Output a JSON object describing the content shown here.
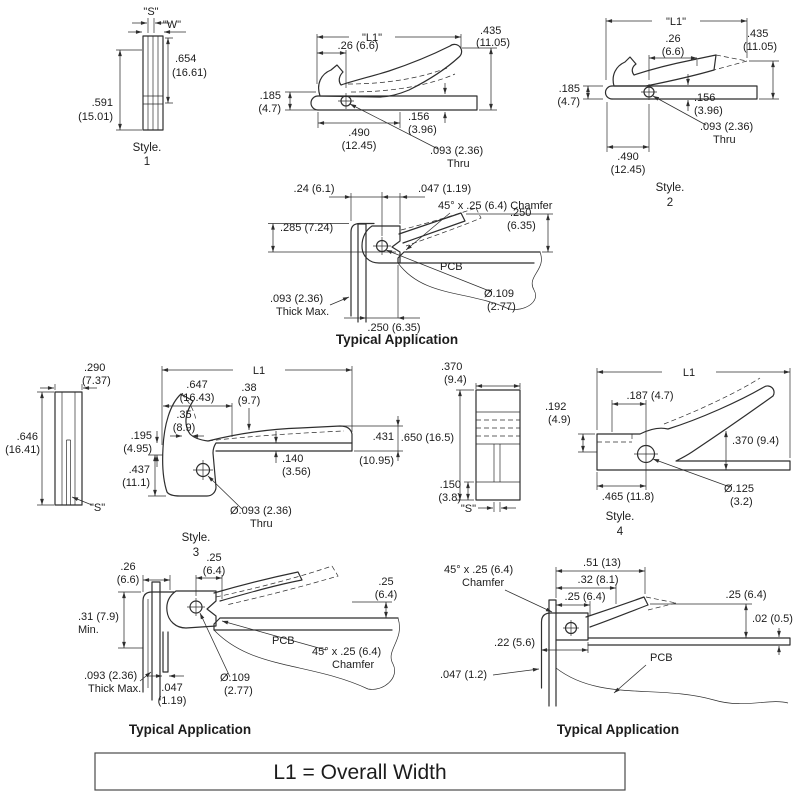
{
  "footer": {
    "text": "L1 = Overall Width"
  },
  "style1_front": {
    "dim_s": "\"S\"",
    "dim_w": "\"W\"",
    "h1": ".654",
    "h1m": "(16.61)",
    "h2": ".591",
    "h2m": "(15.01)",
    "label1": "Style.",
    "label2": "1"
  },
  "style1_side": {
    "l1": "\"L1\"",
    "d1": ".26 (6.6)",
    "d2": ".435",
    "d2m": "(11.05)",
    "d3": ".185",
    "d3m": "(4.7)",
    "d4": ".490",
    "d4m": "(12.45)",
    "d5": ".156",
    "d5m": "(3.96)",
    "d6": ".093 (2.36)",
    "d6b": "Thru"
  },
  "style2": {
    "l1": "\"L1\"",
    "d1": ".26",
    "d1m": "(6.6)",
    "d2": ".435",
    "d2m": "(11.05)",
    "d3": ".185",
    "d3m": "(4.7)",
    "d4": ".156",
    "d4m": "(3.96)",
    "d5": ".093 (2.36)",
    "d5b": "Thru",
    "d6": ".490",
    "d6m": "(12.45)",
    "label1": "Style.",
    "label2": "2"
  },
  "app1": {
    "d1": ".24 (6.1)",
    "d2": ".047 (1.19)",
    "chamfer": "45° x .25 (6.4) Chamfer",
    "d3": ".285 (7.24)",
    "d4": ".250",
    "d4m": "(6.35)",
    "pcb": "PCB",
    "d5": "Ø.109",
    "d5m": "(2.77)",
    "d6": ".093 (2.36)",
    "d6b": "Thick Max.",
    "d7": ".250 (6.35)",
    "title": "Typical Application"
  },
  "style3_front": {
    "d1": ".290",
    "d1m": "(7.37)",
    "d2": ".646",
    "d2m": "(16.41)",
    "dim_s": "\"S\""
  },
  "style3_side": {
    "l1": "L1",
    "d1": ".647",
    "d1m": "(16.43)",
    "d2": ".38",
    "d2m": "(9.7)",
    "d3": ".35",
    "d3m": "(8.9)",
    "d4": ".195",
    "d4m": "(4.95)",
    "d5": ".140",
    "d5m": "(3.56)",
    "d6": ".431",
    "d6m": "(10.95)",
    "d7": ".437",
    "d7m": "(11.1)",
    "d8": "Ø.093 (2.36)",
    "d8b": "Thru",
    "label1": "Style.",
    "label2": "3"
  },
  "style4_front": {
    "d1": ".370",
    "d1m": "(9.4)",
    "d2": ".650 (16.5)",
    "d3": ".150",
    "d3m": "(3.8)",
    "dim_s": "\"S\""
  },
  "style4_side": {
    "l1": "L1",
    "d1": ".192",
    "d1m": "(4.9)",
    "d2": ".187 (4.7)",
    "d3": ".370 (9.4)",
    "d4": ".465 (11.8)",
    "d5": "Ø.125",
    "d5m": "(3.2)",
    "label1": "Style.",
    "label2": "4"
  },
  "app2": {
    "d1": ".26",
    "d1m": "(6.6)",
    "d2": ".25",
    "d2m": "(6.4)",
    "d3": ".25",
    "d3m": "(6.4)",
    "d4": ".31 (7.9)",
    "d4b": "Min.",
    "pcb": "PCB",
    "chamfer1": "45° x .25 (6.4)",
    "chamfer2": "Chamfer",
    "d5": ".093 (2.36)",
    "d5b": "Thick Max.",
    "d6": ".047",
    "d6m": "(1.19)",
    "d7": "Ø.109",
    "d7m": "(2.77)",
    "title": "Typical Application"
  },
  "app3": {
    "chamfer1": "45° x .25 (6.4)",
    "chamfer2": "Chamfer",
    "d1": ".51 (13)",
    "d2": ".32 (8.1)",
    "d3": ".25 (6.4)",
    "d4": ".25 (6.4)",
    "d5": ".02 (0.5)",
    "d6": ".22 (5.6)",
    "d7": ".047 (1.2)",
    "pcb": "PCB",
    "title": "Typical Application"
  }
}
